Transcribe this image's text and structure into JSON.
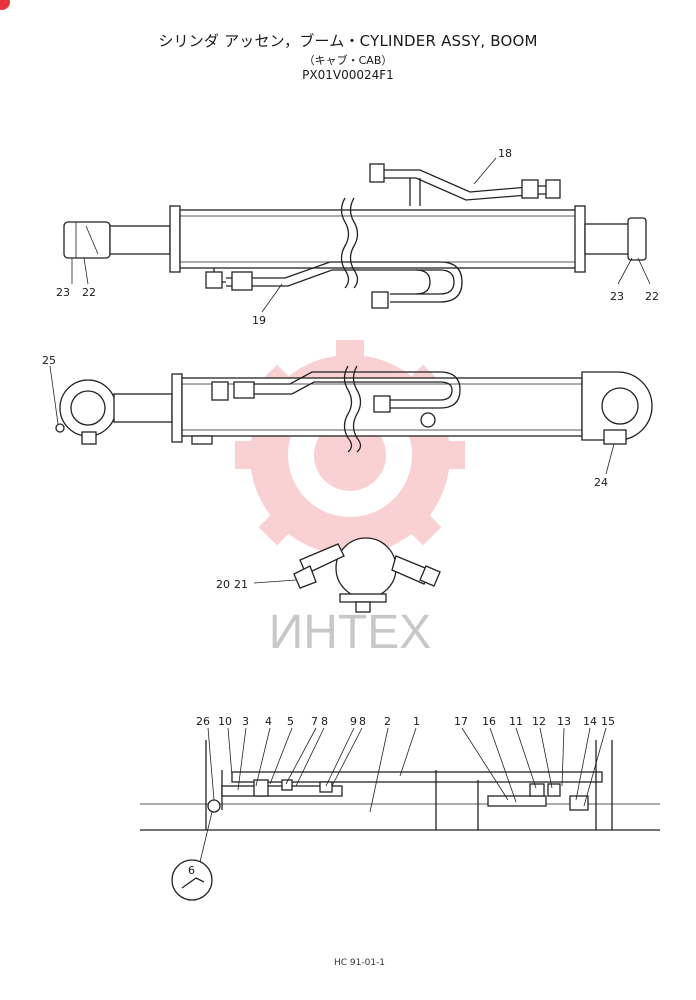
{
  "header": {
    "title": "シリンダ アッセン，ブーム・CYLINDER ASSY, BOOM",
    "subtitle": "（キャブ・CAB）",
    "code": "PX01V00024F1"
  },
  "watermark": {
    "text": "ИНТЕХ",
    "color": "#e8323c"
  },
  "views": {
    "top": {
      "labels": [
        "18",
        "19",
        "22",
        "23",
        "22",
        "23"
      ]
    },
    "side": {
      "labels": [
        "25",
        "24"
      ]
    },
    "end": {
      "labels": [
        "20",
        "21"
      ]
    },
    "section": {
      "labels": [
        "26",
        "10",
        "3",
        "4",
        "5",
        "7",
        "8",
        "9",
        "8",
        "2",
        "1",
        "17",
        "16",
        "11",
        "12",
        "13",
        "14",
        "15",
        "6"
      ]
    }
  },
  "footer": {
    "ref": "HC 91-01-1"
  }
}
